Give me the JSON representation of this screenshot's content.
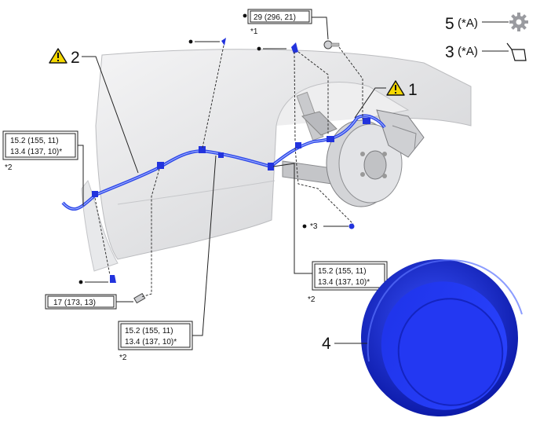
{
  "callouts": {
    "item1": "1",
    "item2": "2",
    "item3": "3",
    "item3_suffix": "(*A)",
    "item4": "4",
    "item5": "5",
    "item5_suffix": "(*A)"
  },
  "torque": {
    "top_bolt": "29 (296, 21)",
    "clip_bolt": "17 (173, 13)",
    "left_a": "15.2 (155, 11)",
    "left_b": "13.4 (137, 10)*",
    "bottom_a": "15.2 (155, 11)",
    "bottom_b": "13.4 (137, 10)*",
    "right_a": "15.2 (155, 11)",
    "right_b": "13.4 (137, 10)*"
  },
  "notes": {
    "star1": "*1",
    "star2_left": "*2",
    "star2_bottom": "*2",
    "star2_right": "*2",
    "star3": "*3"
  },
  "colors": {
    "part_blue": "#2233dd",
    "hose_blue": "#3355e0",
    "warning_yellow": "#f5d800",
    "body_gray": "#d9dadc"
  },
  "icons": [
    "warning-icon",
    "gear-icon",
    "grease-can-icon"
  ]
}
